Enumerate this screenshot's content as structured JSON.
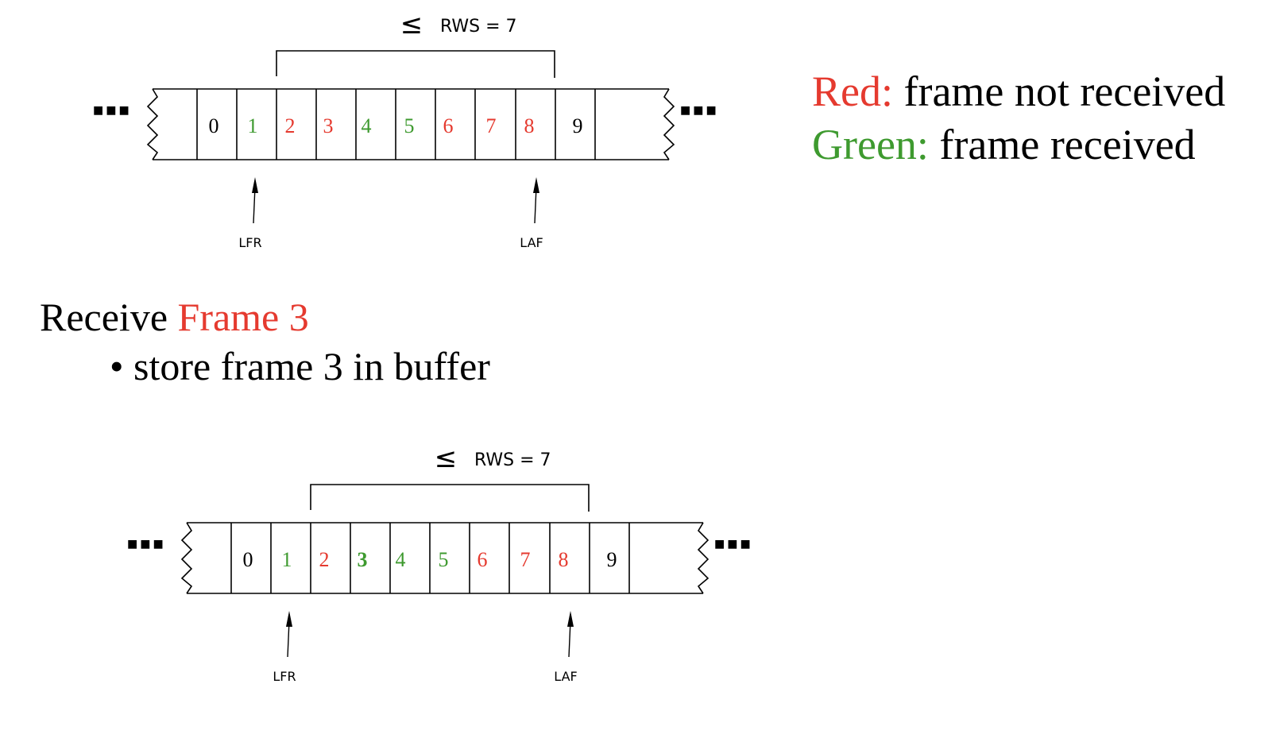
{
  "colors": {
    "red": "#e53a2f",
    "green": "#3e9a2f",
    "black": "#000000"
  },
  "legend": {
    "red_key": "Red:",
    "red_text": " frame not received",
    "green_key": "Green:",
    "green_text": " frame received"
  },
  "step": {
    "title_prefix": "Receive ",
    "title_highlight": "Frame 3",
    "bullet": "• store frame 3 in buffer"
  },
  "windows": [
    {
      "rws_symbol": "≤",
      "rws_label": "RWS = 7",
      "ellipsis": "■■■",
      "frames": [
        {
          "label": "0",
          "status": "black",
          "bold": false
        },
        {
          "label": "1",
          "status": "green",
          "bold": false
        },
        {
          "label": "2",
          "status": "red",
          "bold": false
        },
        {
          "label": "3",
          "status": "red",
          "bold": false
        },
        {
          "label": "4",
          "status": "green",
          "bold": false
        },
        {
          "label": "5",
          "status": "green",
          "bold": false
        },
        {
          "label": "6",
          "status": "red",
          "bold": false
        },
        {
          "label": "7",
          "status": "red",
          "bold": false
        },
        {
          "label": "8",
          "status": "red",
          "bold": false
        },
        {
          "label": "9",
          "status": "black",
          "bold": false
        }
      ],
      "lfr_label": "LFR",
      "laf_label": "LAF"
    },
    {
      "rws_symbol": "≤",
      "rws_label": "RWS = 7",
      "ellipsis": "■■■",
      "frames": [
        {
          "label": "0",
          "status": "black",
          "bold": false
        },
        {
          "label": "1",
          "status": "green",
          "bold": false
        },
        {
          "label": "2",
          "status": "red",
          "bold": false
        },
        {
          "label": "3",
          "status": "green",
          "bold": true
        },
        {
          "label": "4",
          "status": "green",
          "bold": false
        },
        {
          "label": "5",
          "status": "green",
          "bold": false
        },
        {
          "label": "6",
          "status": "red",
          "bold": false
        },
        {
          "label": "7",
          "status": "red",
          "bold": false
        },
        {
          "label": "8",
          "status": "red",
          "bold": false
        },
        {
          "label": "9",
          "status": "black",
          "bold": false
        }
      ],
      "lfr_label": "LFR",
      "laf_label": "LAF"
    }
  ]
}
